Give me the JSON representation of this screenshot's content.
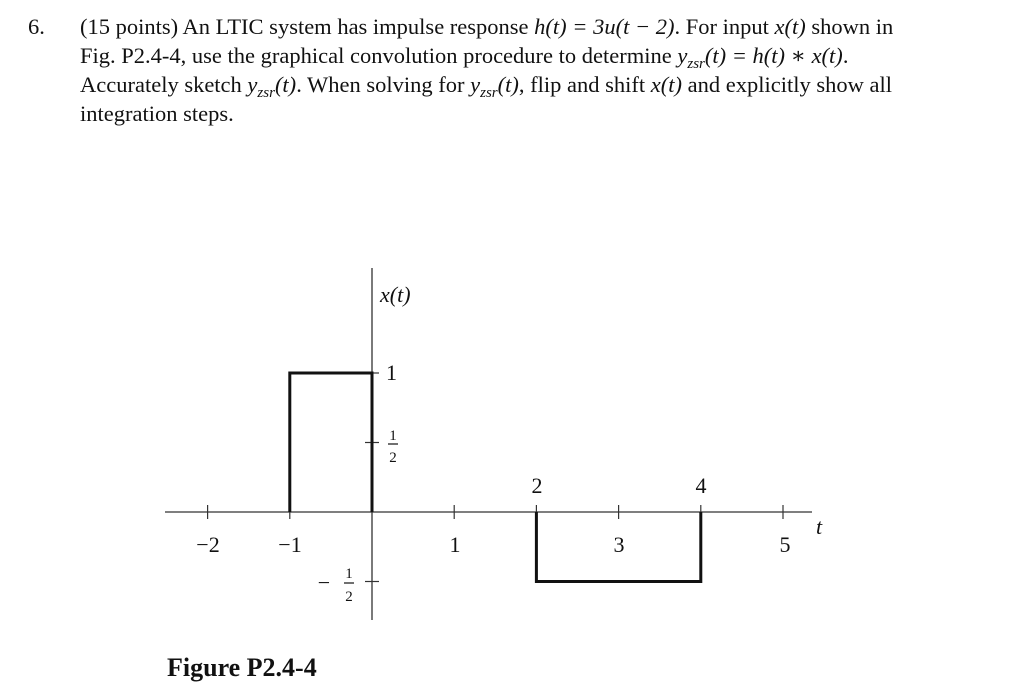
{
  "problem": {
    "number": "6.",
    "points": "(15 points)",
    "line1": [
      "An LTIC system has impulse response ",
      "h(t) = 3u(t − 2)",
      ". For input ",
      "x(t)",
      " shown in"
    ],
    "line2": [
      "Fig. P2.4-4, use the graphical convolution procedure to determine ",
      "y",
      "zsr",
      "(t) = h(t) ∗ x(t)",
      "."
    ],
    "line3": [
      "Accurately sketch ",
      "y",
      "zsr",
      "(t)",
      ". When solving for ",
      "y",
      "zsr",
      "(t)",
      ", flip and shift ",
      "x(t)",
      " and explicitly show all"
    ],
    "line4": "integration steps."
  },
  "figure": {
    "caption": "Figure P2.4-4",
    "function_label": "x(t)",
    "axis_label": "t",
    "x_tick_labels": [
      "−2",
      "−1",
      "1",
      "2",
      "3",
      "4",
      "5"
    ],
    "y_tick_labels": {
      "one": "1",
      "half_num": "1",
      "half_den": "2",
      "neg_sign": "−",
      "neg_half_num": "1",
      "neg_half_den": "2"
    },
    "signal_segments": [
      {
        "from": -1,
        "to": 0,
        "value": 1
      },
      {
        "from": 2,
        "to": 4,
        "value": -0.5
      }
    ]
  }
}
